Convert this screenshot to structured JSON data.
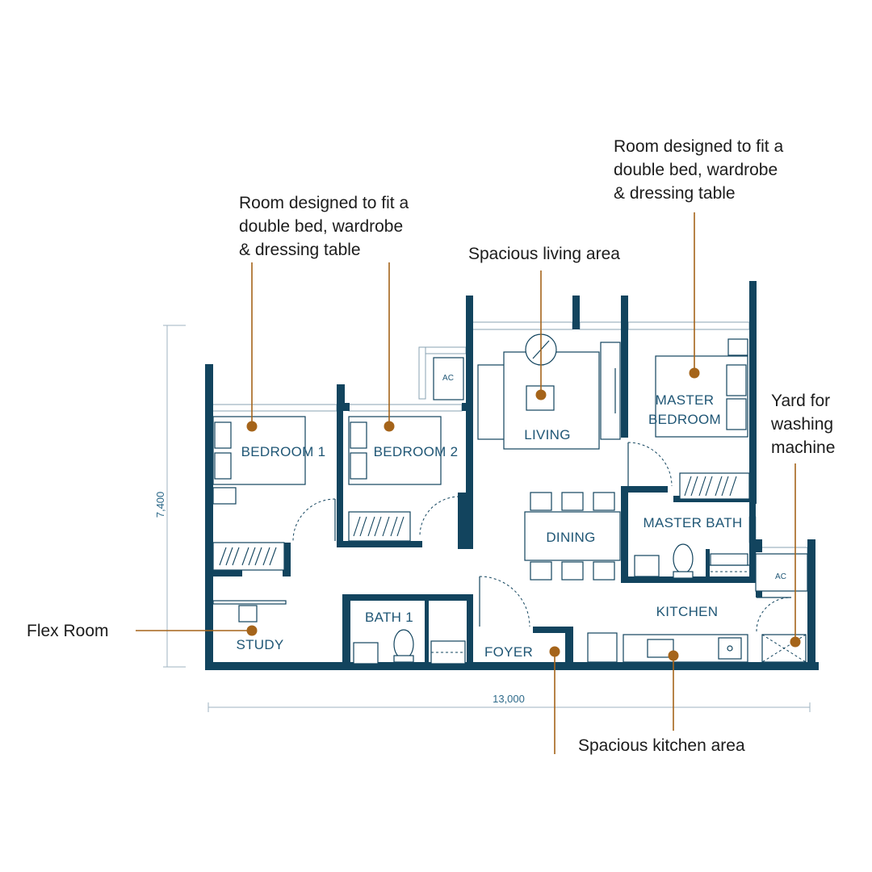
{
  "rooms": {
    "bedroom1": "BEDROOM 1",
    "bedroom2": "BEDROOM 2",
    "living": "LIVING",
    "master_bedroom_line1": "MASTER",
    "master_bedroom_line2": "BEDROOM",
    "dining": "DINING",
    "master_bath": "MASTER BATH",
    "bath1": "BATH 1",
    "study": "STUDY",
    "foyer": "FOYER",
    "kitchen": "KITCHEN",
    "ac_living": "AC",
    "ac_yard": "AC"
  },
  "dimensions": {
    "height": "7,400",
    "width": "13,000"
  },
  "annotations": {
    "bedroom2_note": [
      "Room designed to fit a",
      "double bed, wardrobe",
      "& dressing table"
    ],
    "master_note": [
      "Room designed to fit a",
      "double bed, wardrobe",
      "& dressing table"
    ],
    "living_note": "Spacious living area",
    "yard_note": [
      "Yard for",
      "washing",
      "machine"
    ],
    "flex_note": "Flex Room",
    "kitchen_note": "Spacious kitchen area"
  },
  "colors": {
    "wall": "#12445e",
    "accent": "#a5641a",
    "label": "#1f5675"
  }
}
